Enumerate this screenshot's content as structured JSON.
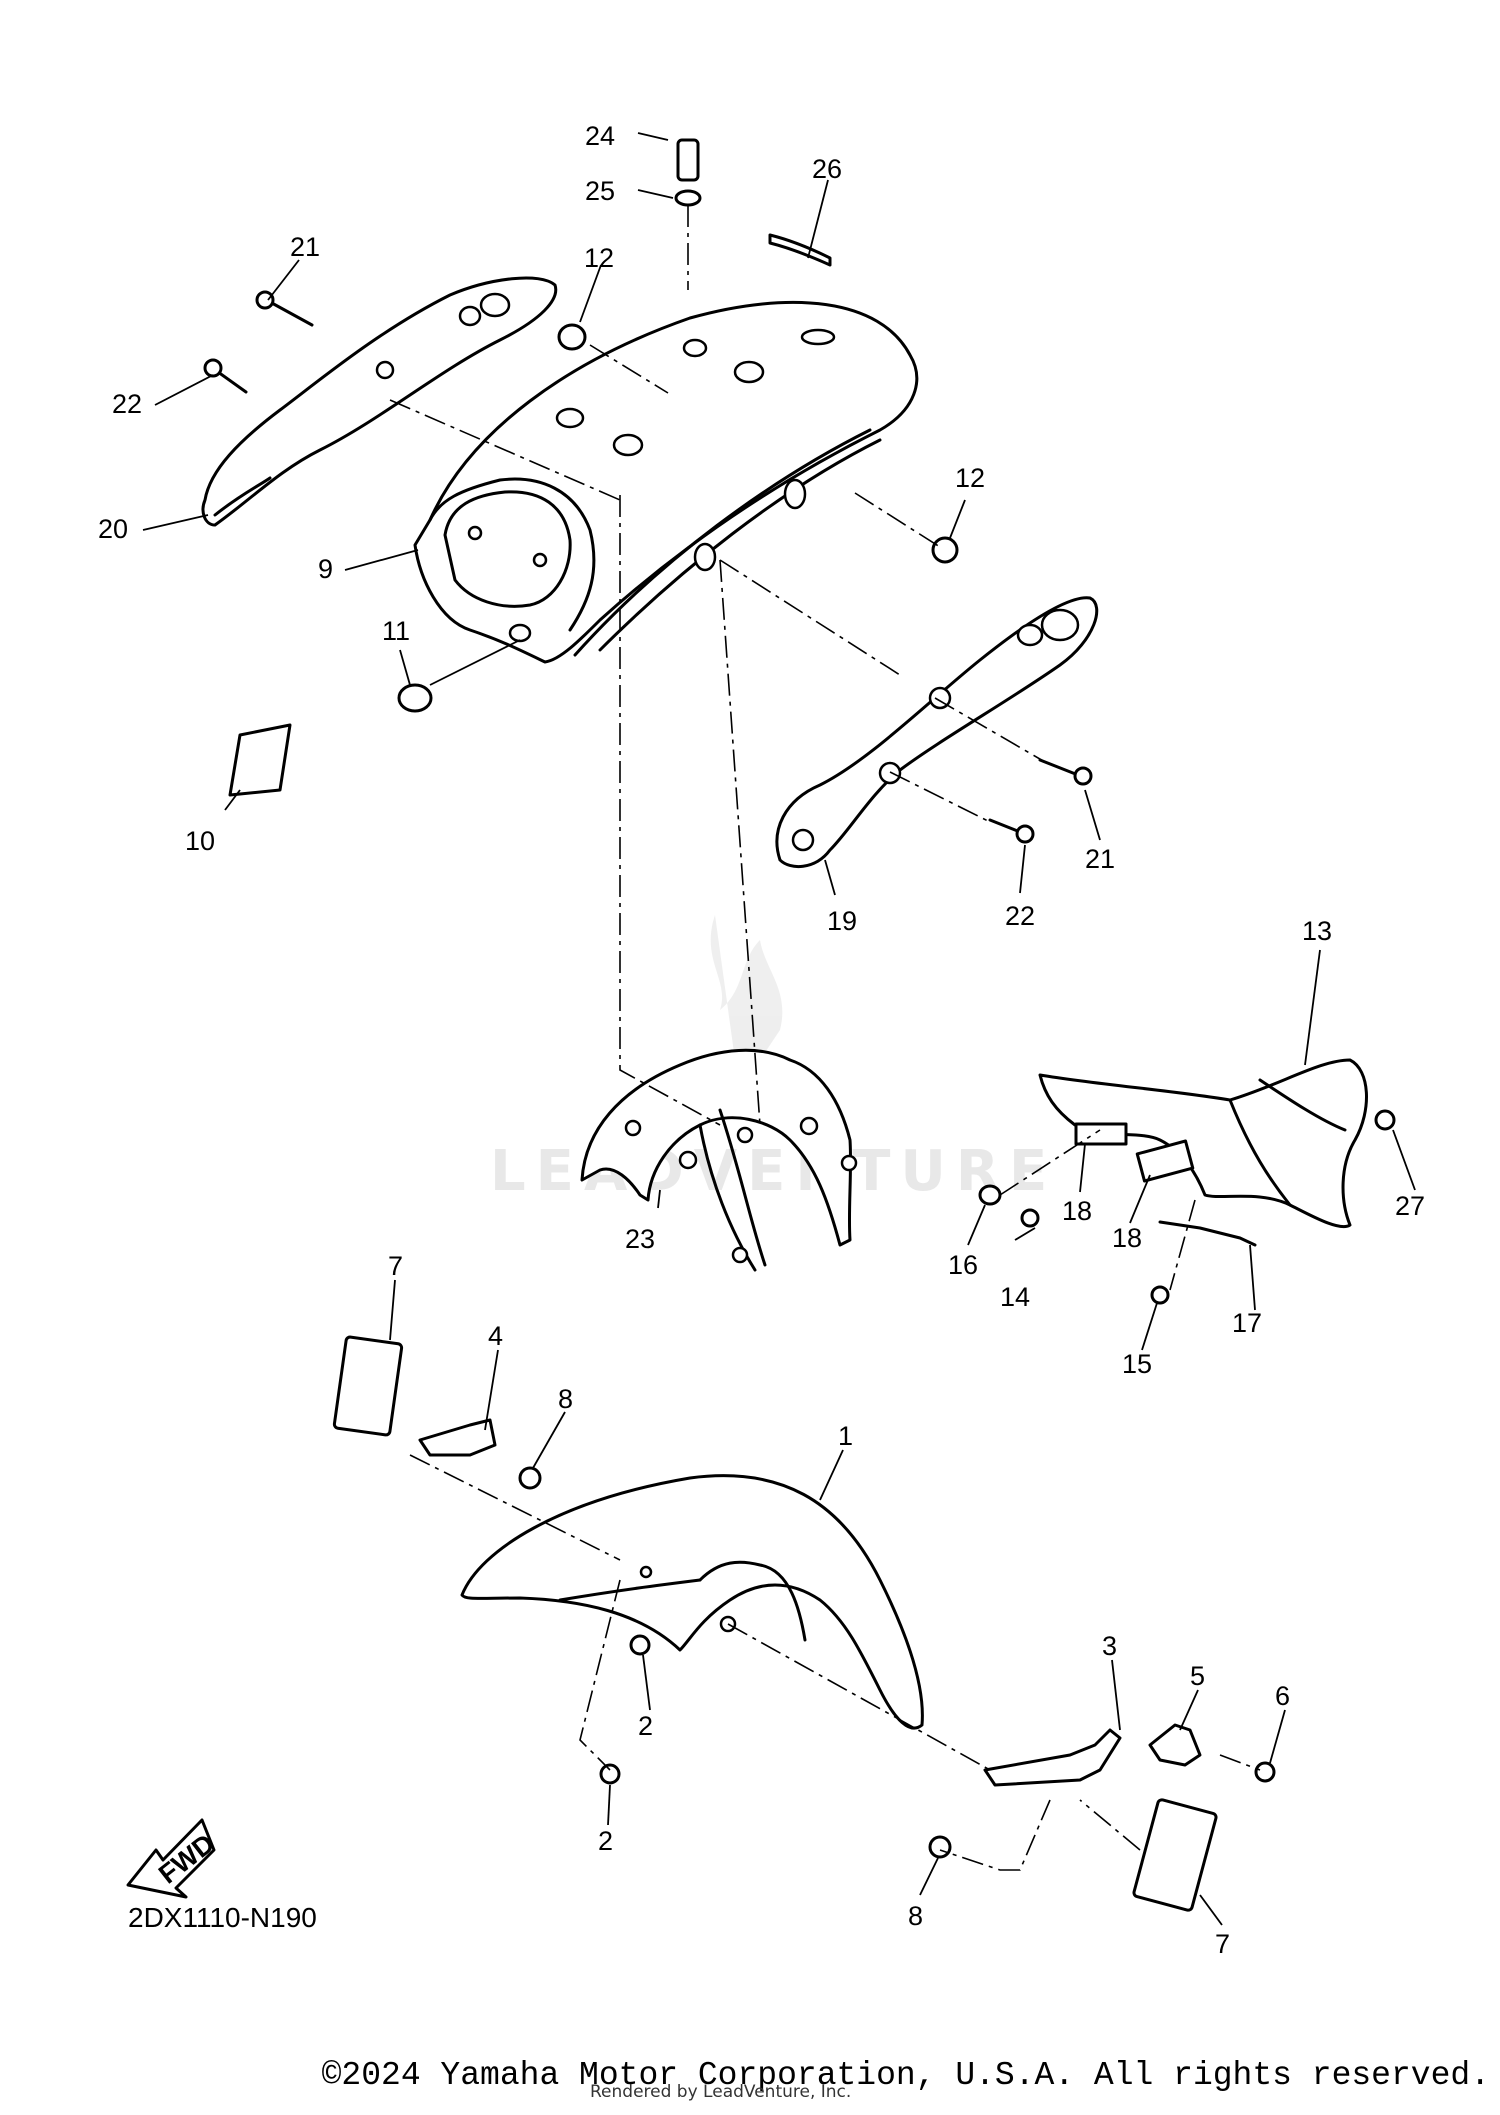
{
  "diagram": {
    "code": "2DX1110-N190",
    "fwd_label": "FWD",
    "watermark": "LEADVENTURE",
    "callouts": {
      "c1": "1",
      "c2a": "2",
      "c2b": "2",
      "c3": "3",
      "c4": "4",
      "c5": "5",
      "c6": "6",
      "c7a": "7",
      "c7b": "7",
      "c8a": "8",
      "c8b": "8",
      "c9": "9",
      "c10": "10",
      "c11": "11",
      "c12a": "12",
      "c12b": "12",
      "c13": "13",
      "c14": "14",
      "c15": "15",
      "c16": "16",
      "c17": "17",
      "c18a": "18",
      "c18b": "18",
      "c19": "19",
      "c20": "20",
      "c21a": "21",
      "c21b": "21",
      "c22a": "22",
      "c22b": "22",
      "c23": "23",
      "c24": "24",
      "c25": "25",
      "c26": "26",
      "c27": "27"
    }
  },
  "footer": {
    "copyright": "©2024 Yamaha Motor Corporation, U.S.A. All rights reserved.",
    "rendered_by": "Rendered by LeadVenture, Inc."
  }
}
